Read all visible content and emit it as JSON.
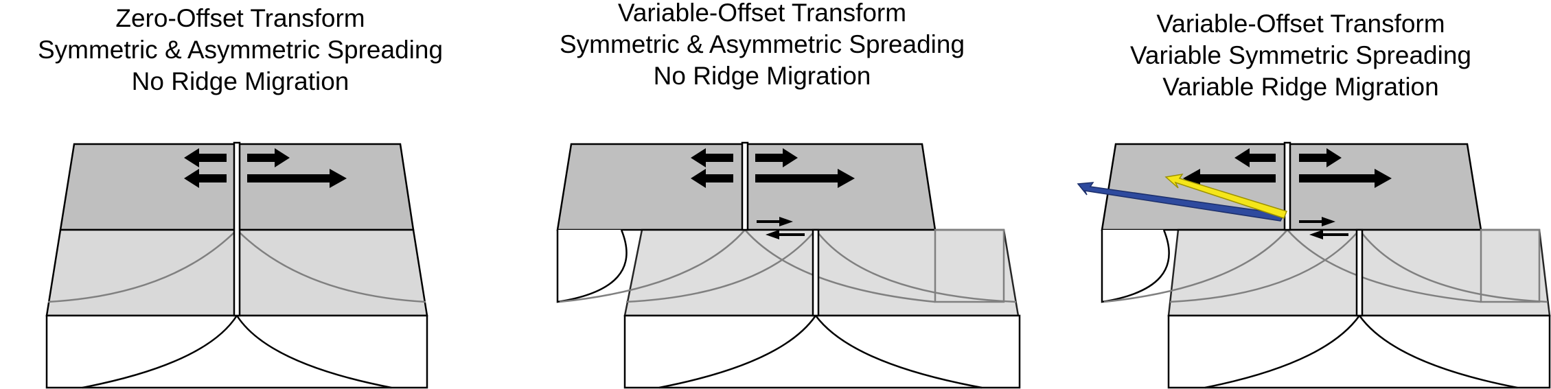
{
  "panels": [
    {
      "title_lines": [
        "Zero-Offset Transform",
        "Symmetric & Asymmetric Spreading",
        "No Ridge Migration"
      ]
    },
    {
      "title_lines": [
        "Variable-Offset Transform",
        "Symmetric & Asymmetric Spreading",
        "No Ridge Migration"
      ]
    },
    {
      "title_lines": [
        "Variable-Offset Transform",
        "Variable Symmetric Spreading",
        "Variable Ridge Migration"
      ]
    }
  ],
  "colors": {
    "plate_top": "#bfbfbf",
    "plate_front": "#d9d9d9",
    "isochron": "#808080",
    "migration_arrow_blue": "#2e4a9e",
    "migration_arrow_yellow": "#f5e61a"
  }
}
